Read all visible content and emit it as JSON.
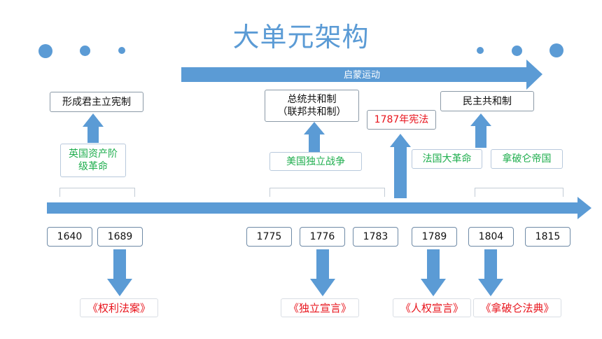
{
  "title": "大单元架构",
  "banner": {
    "label": "启蒙运动"
  },
  "events": {
    "constitutional_monarchy": "形成君主立宪制",
    "english_revolution_line1": "英国资产阶",
    "english_revolution_line2": "级革命",
    "presidential_republic_line1": "总统共和制",
    "presidential_republic_line2": "（联邦共和制）",
    "american_war": "美国独立战争",
    "constitution_1787": "1787年宪法",
    "democratic_republic": "民主共和制",
    "french_revolution": "法国大革命",
    "napoleonic_empire": "拿破仑帝国"
  },
  "years": [
    "1640",
    "1689",
    "1775",
    "1776",
    "1783",
    "1789",
    "1804",
    "1815"
  ],
  "documents": {
    "bill_of_rights": "《权利法案》",
    "declaration_of_independence": "《独立宣言》",
    "declaration_of_rights": "《人权宣言》",
    "napoleonic_code": "《拿破仑法典》"
  },
  "colors": {
    "accent": "#5b9bd5",
    "green_text": "#1fae4e",
    "red_text": "#e8141c"
  }
}
